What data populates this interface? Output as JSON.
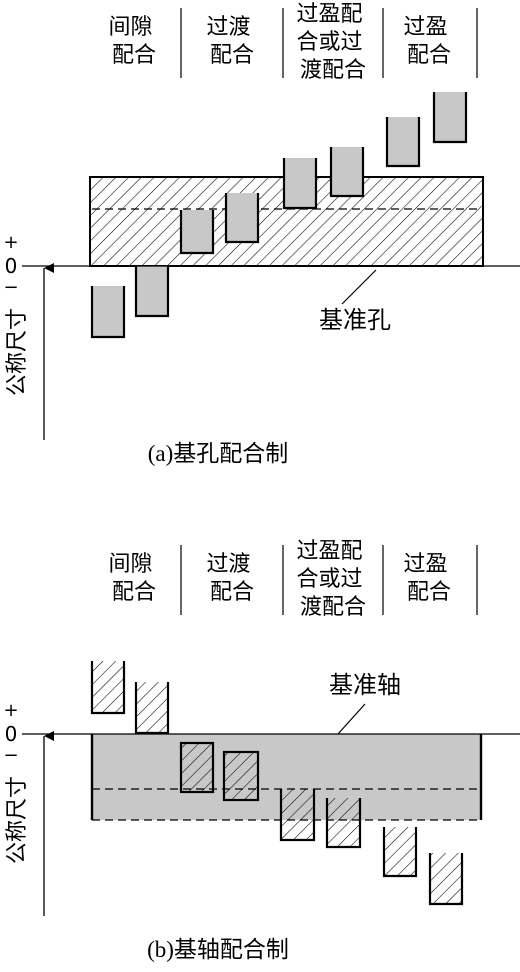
{
  "panel_a": {
    "categories": [
      [
        "间隙",
        "配合"
      ],
      [
        "过渡",
        "配合"
      ],
      [
        "过盈配",
        "合或过",
        "渡配合"
      ],
      [
        "过盈",
        "配合"
      ]
    ],
    "zero_label": "0",
    "plus_sign": "+",
    "minus_sign": "−",
    "axis_label": "公称尺寸",
    "base_label": "基准孔",
    "caption": "(a)基孔配合制",
    "colors": {
      "zone_fill": "#c8c8c8",
      "line": "#000000"
    }
  },
  "panel_b": {
    "categories": [
      [
        "间隙",
        "配合"
      ],
      [
        "过渡",
        "配合"
      ],
      [
        "过盈配",
        "合或过",
        "渡配合"
      ],
      [
        "过盈",
        "配合"
      ]
    ],
    "zero_label": "0",
    "plus_sign": "+",
    "minus_sign": "−",
    "axis_label": "公称尺寸",
    "base_label": "基准轴",
    "caption": "(b)基轴配合制",
    "colors": {
      "zone_fill": "#c8c8c8",
      "line": "#000000"
    }
  }
}
